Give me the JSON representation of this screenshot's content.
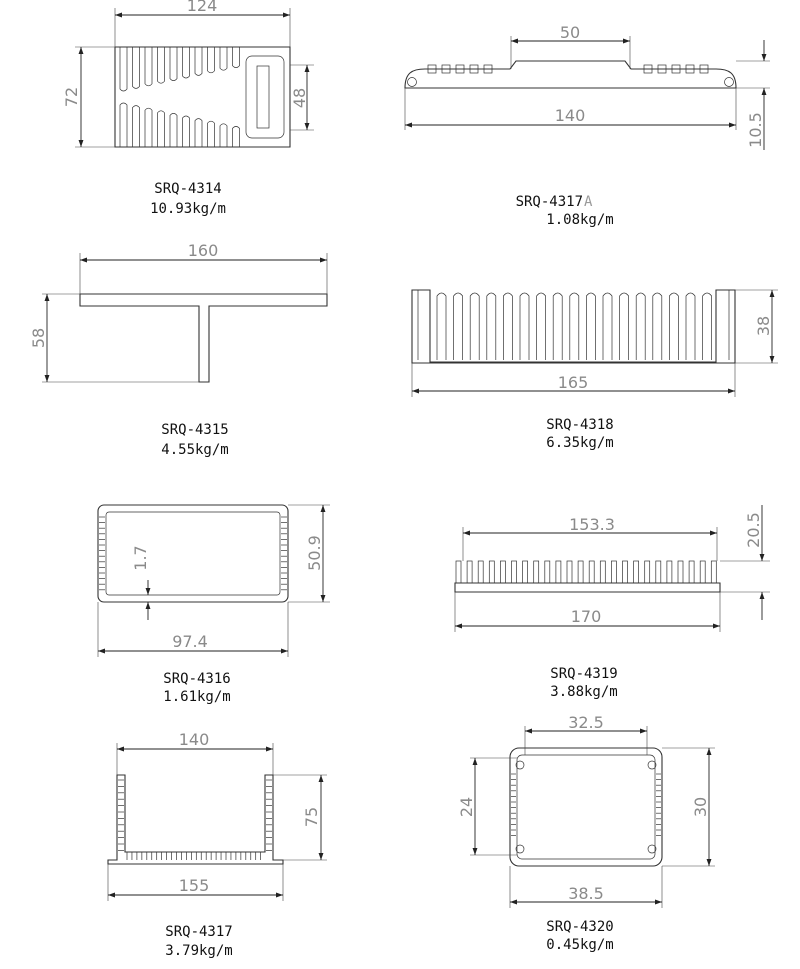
{
  "profiles": [
    {
      "model": "SRQ-4314",
      "weight": "10.93kg/m",
      "dims": [
        "124",
        "72",
        "48"
      ]
    },
    {
      "model": "SRQ-4317",
      "model_suffix": "A",
      "weight": "1.08kg/m",
      "dims": [
        "50",
        "140",
        "10.5"
      ]
    },
    {
      "model": "SRQ-4315",
      "weight": "4.55kg/m",
      "dims": [
        "160",
        "58"
      ]
    },
    {
      "model": "SRQ-4318",
      "weight": "6.35kg/m",
      "dims": [
        "38",
        "165"
      ]
    },
    {
      "model": "SRQ-4316",
      "weight": "1.61kg/m",
      "dims": [
        "50.9",
        "1.7",
        "97.4"
      ]
    },
    {
      "model": "SRQ-4319",
      "weight": "3.88kg/m",
      "dims": [
        "153.3",
        "20.5",
        "170"
      ]
    },
    {
      "model": "SRQ-4317",
      "weight": "3.79kg/m",
      "dims": [
        "140",
        "75",
        "155"
      ]
    },
    {
      "model": "SRQ-4320",
      "weight": "0.45kg/m",
      "dims": [
        "32.5",
        "24",
        "30",
        "38.5"
      ]
    }
  ]
}
